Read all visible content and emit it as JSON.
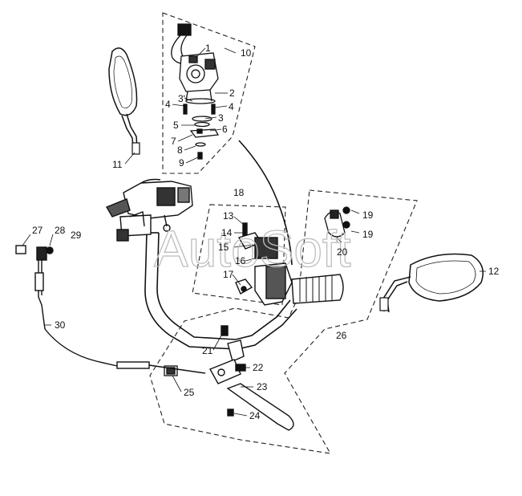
{
  "diagram": {
    "watermark": "AutoSoft",
    "callouts": {
      "c1": "1",
      "c2": "2",
      "c3a": "3",
      "c3b": "3'",
      "c4a": "4",
      "c4b": "4",
      "c5": "5",
      "c6": "6",
      "c7": "7",
      "c8": "8",
      "c9": "9",
      "c10": "10",
      "c11": "11",
      "c12": "12",
      "c13": "13",
      "c14": "14",
      "c15": "15",
      "c16": "16",
      "c17": "17",
      "c18": "18",
      "c19a": "19",
      "c19b": "19",
      "c20": "20",
      "c21": "21",
      "c22": "22",
      "c23": "23",
      "c24": "24",
      "c25": "25",
      "c26": "26",
      "c27": "27",
      "c28": "28",
      "c29": "29",
      "c30": "30"
    }
  }
}
